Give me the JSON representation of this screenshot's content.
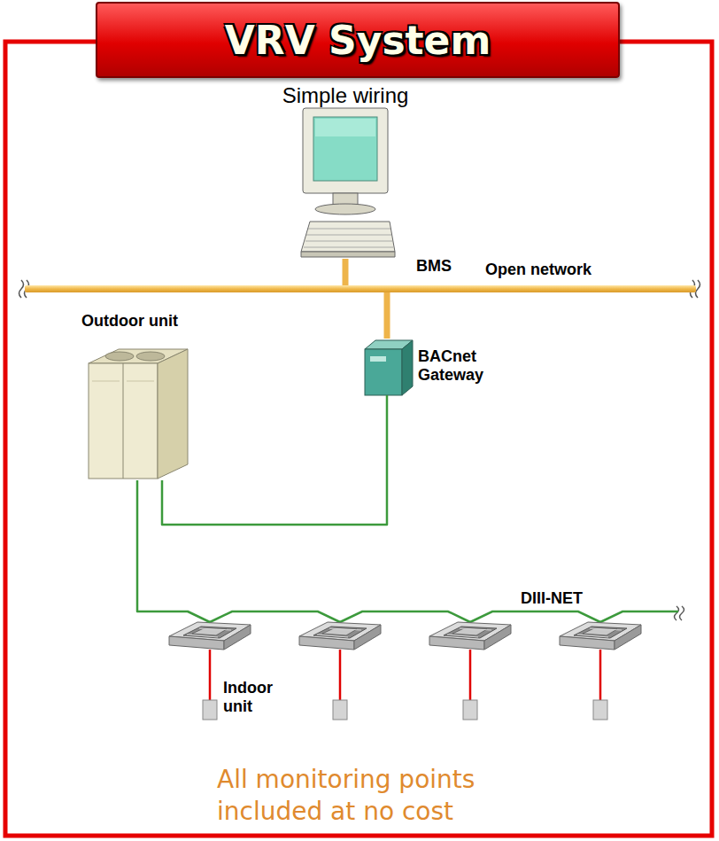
{
  "diagram": {
    "title": "VRV System",
    "nodes": [
      {
        "text": [
          "BMS"
        ]
      },
      {
        "text": [
          "Open network"
        ]
      },
      {
        "text": [
          "Outdoor unit"
        ]
      },
      {
        "text": [
          "BACnet Gateway"
        ]
      },
      {
        "text": [
          "Indoor unit"
        ]
      }
    ],
    "edges": [
      {
        "from": 0,
        "to": 1,
        "arrow": "none"
      },
      {
        "from": 3,
        "to": 1,
        "arrow": "none"
      },
      {
        "from": 2,
        "to": 3,
        "arrow": "none"
      },
      {
        "from": 2,
        "to": 4,
        "arrow": "none"
      }
    ],
    "labels": [
      "Simple wiring",
      "DIII-NET",
      "All monitoring points included at no cost"
    ]
  }
}
